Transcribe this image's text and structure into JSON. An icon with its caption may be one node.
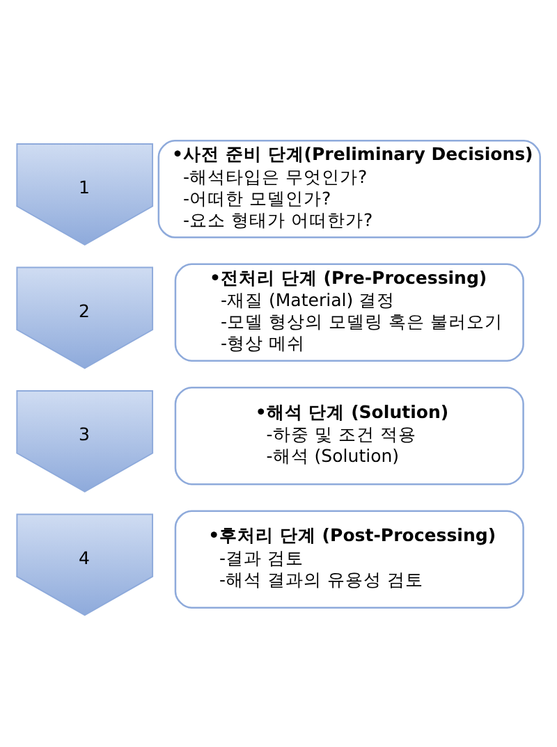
{
  "diagram": {
    "nodes": [
      {
        "text": [
          "1"
        ]
      },
      {
        "text": [
          "2"
        ]
      },
      {
        "text": [
          "3"
        ]
      },
      {
        "text": [
          "4"
        ]
      },
      {
        "text": [
          "•사전 준비 단계(Preliminary Decisions)",
          "-해석타입은 무엇인가?",
          "-어떠한 모델인가?",
          "-요소 형태가 어떠한가?"
        ]
      },
      {
        "text": [
          "•전처리 단계 (Pre-Processing)",
          "-재질 (Material) 결정",
          "-모델 형상의 모델링 혹은 불러오기",
          "-형상 메쉬"
        ]
      },
      {
        "text": [
          "•해석 단계 (Solution)",
          "-하중 및 조건 적용",
          "-해석 (Solution)"
        ]
      },
      {
        "text": [
          "•후처리 단계 (Post-Processing)",
          "-결과 검토",
          "-해석 결과의 유용성 검토"
        ]
      }
    ],
    "edges": []
  }
}
